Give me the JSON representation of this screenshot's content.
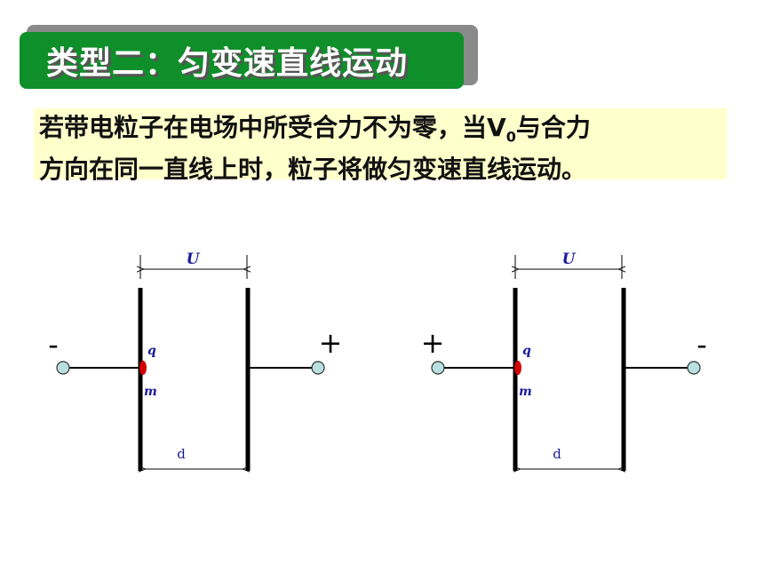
{
  "title": "类型二：匀变速直线运动",
  "description": {
    "line1_before_sub": "若带电粒子在电场中所受合力不为零，当V",
    "line1_sub": "0",
    "line1_after_sub": "与合力",
    "line2": "方向在同一直线上时，粒子将做匀变速直线运动。"
  },
  "diagrams": [
    {
      "voltage_label": "U",
      "left_sign": "-",
      "right_sign": "+",
      "charge_label": "q",
      "mass_label": "m",
      "distance_label": "d"
    },
    {
      "voltage_label": "U",
      "left_sign": "+",
      "right_sign": "-",
      "charge_label": "q",
      "mass_label": "m",
      "distance_label": "d"
    }
  ],
  "colors": {
    "title_bg": "#0f8f2a",
    "desc_bg": "#ffffcc",
    "particle": "#d40000",
    "label_blue": "#1a1a9a",
    "terminal": "#b8e0e0"
  }
}
